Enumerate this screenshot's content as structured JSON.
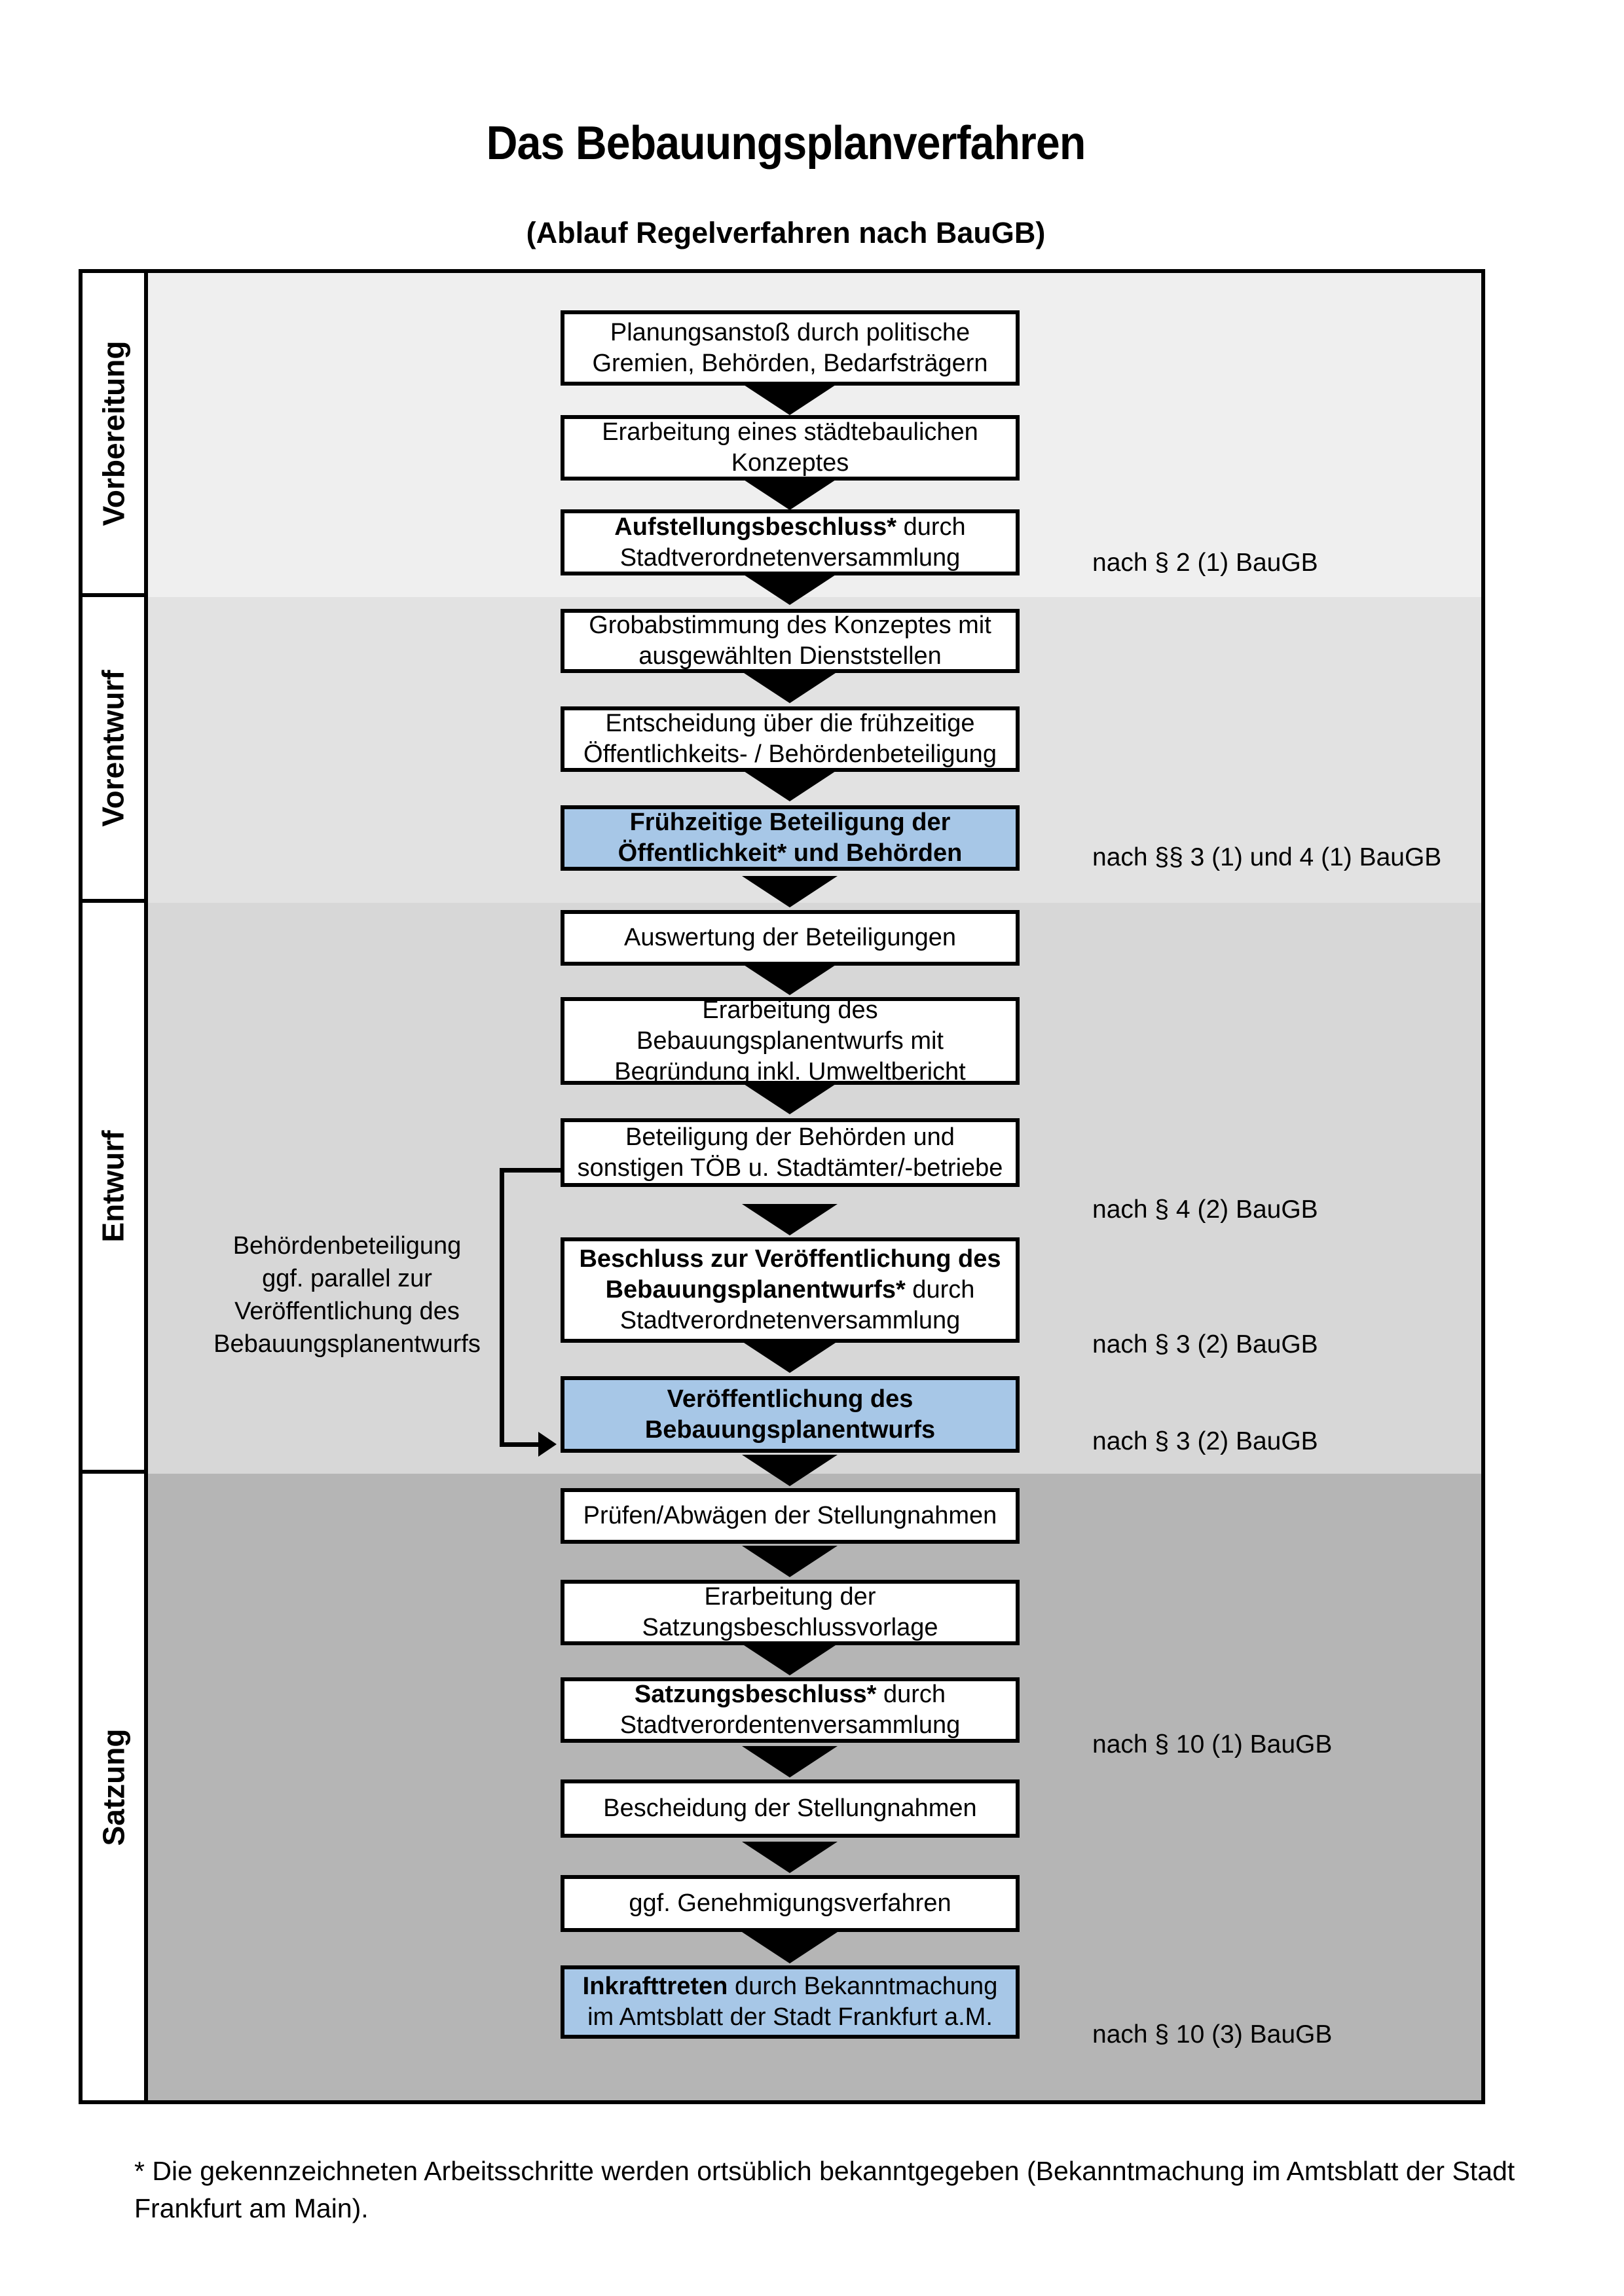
{
  "title": "Das Bebauungsplanverfahren",
  "subtitle": "(Ablauf Regelverfahren nach BauGB)",
  "phases": [
    {
      "label": "Vorbereitung"
    },
    {
      "label": "Vorentwurf"
    },
    {
      "label": "Entwurf"
    },
    {
      "label": "Satzung"
    }
  ],
  "boxes": [
    {
      "rest": "Planungsanstoß durch politische\nGremien, Behörden, Bedarfsträgern"
    },
    {
      "rest": "Erarbeitung eines städtebaulichen\nKonzeptes"
    },
    {
      "bold": "Aufstellungsbeschluss*",
      "rest": " durch\nStadtverordnetenversammlung"
    },
    {
      "rest": "Grobabstimmung des Konzeptes mit\nausgewählten Dienststellen"
    },
    {
      "rest": "Entscheidung über die frühzeitige\nÖffentlichkeits- / Behördenbeteiligung"
    },
    {
      "bold": "Frühzeitige Beteiligung der\nÖffentlichkeit* und Behörden"
    },
    {
      "rest": "Auswertung der Beteiligungen"
    },
    {
      "rest": "Erarbeitung des\nBebauungsplanentwurfs mit\nBegründung inkl. Umweltbericht"
    },
    {
      "rest": "Beteiligung der Behörden und\nsonstigen TÖB u. Stadtämter/-betriebe"
    },
    {
      "bold": "Beschluss zur Veröffentlichung des\nBebauungsplanentwurfs*",
      "rest": " durch\nStadtverordnetenversammlung"
    },
    {
      "bold": "Veröffentlichung des\nBebauungsplanentwurfs"
    },
    {
      "rest": "Prüfen/Abwägen der Stellungnahmen"
    },
    {
      "rest": "Erarbeitung der\nSatzungsbeschlussvorlage"
    },
    {
      "bold": "Satzungsbeschluss*",
      "rest": " durch\nStadtverordentenversammlung"
    },
    {
      "rest": "Bescheidung der Stellungnahmen"
    },
    {
      "rest": "ggf. Genehmigungsverfahren"
    },
    {
      "bold": "Inkrafttreten",
      "rest": " durch Bekanntmachung\nim Amtsblatt der Stadt Frankfurt a.M."
    }
  ],
  "annotations": [
    {
      "text": "nach § 2 (1) BauGB"
    },
    {
      "text": "nach §§ 3 (1) und 4 (1) BauGB"
    },
    {
      "text": "nach § 4 (2) BauGB"
    },
    {
      "text": "nach § 3 (2) BauGB"
    },
    {
      "text": "nach § 3 (2) BauGB"
    },
    {
      "text": "nach § 10 (1) BauGB"
    },
    {
      "text": "nach § 10 (3) BauGB"
    }
  ],
  "side_note": "Behördenbeteiligung\nggf. parallel zur\nVeröffentlichung des\nBebauungsplanentwurfs",
  "footnote": "* Die gekennzeichneten Arbeitsschritte werden ortsüblich bekanntgegeben (Bekanntmachung im Amtsblatt der Stadt\nFrankfurt am Main).",
  "colors": {
    "band_vorbereitung": "#efefef",
    "band_vorentwurf": "#e2e2e2",
    "band_entwurf": "#d7d7d7",
    "band_satzung": "#b5b5b5",
    "highlight_blue": "#a7c7e7"
  }
}
